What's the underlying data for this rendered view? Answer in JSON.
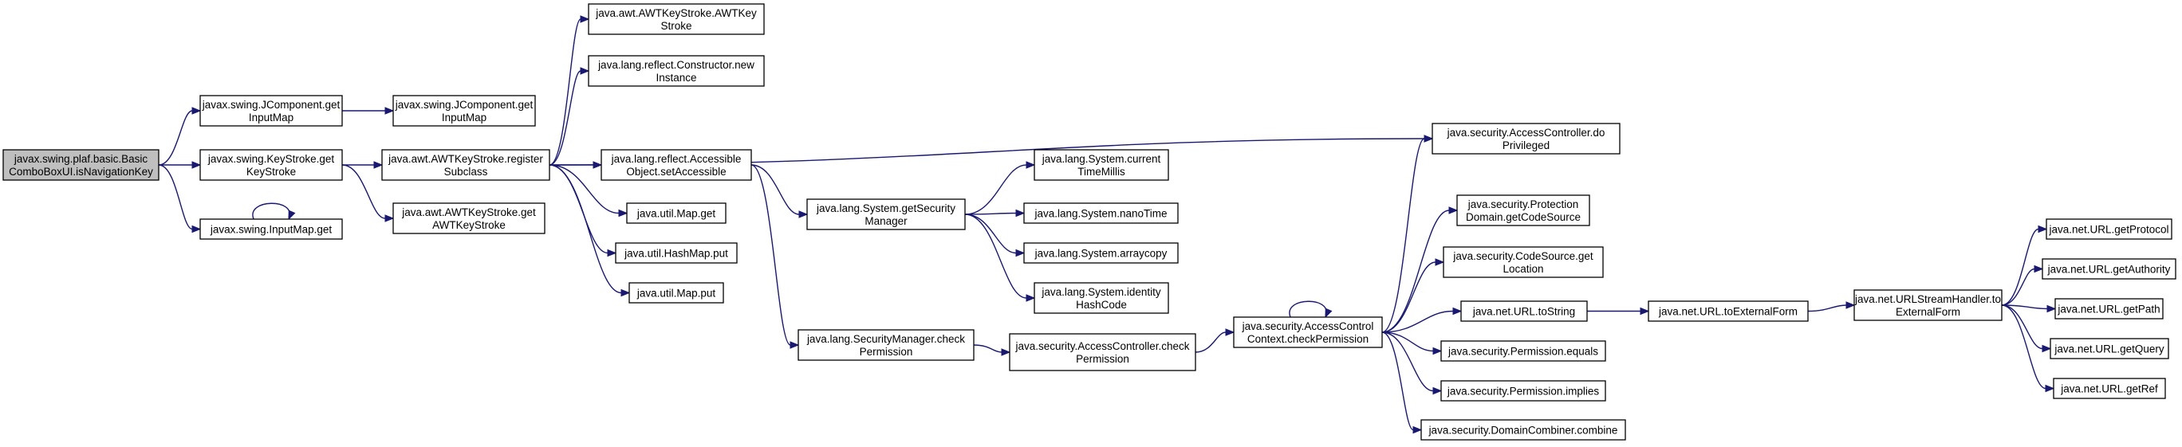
{
  "colors": {
    "edge": "#191970",
    "root_fill": "#bfbfbf",
    "node_fill": "#ffffff",
    "border": "#000000"
  },
  "nodes": {
    "n0": {
      "lines": [
        "javax.swing.plaf.basic.Basic",
        "ComboBoxUI.isNavigationKey"
      ],
      "root": true
    },
    "n1": {
      "lines": [
        "javax.swing.JComponent.get",
        "InputMap"
      ]
    },
    "n2": {
      "lines": [
        "javax.swing.KeyStroke.get",
        "KeyStroke"
      ]
    },
    "n3": {
      "lines": [
        "javax.swing.InputMap.get"
      ]
    },
    "n4": {
      "lines": [
        "javax.swing.JComponent.get",
        "InputMap"
      ]
    },
    "n5": {
      "lines": [
        "java.awt.AWTKeyStroke.register",
        "Subclass"
      ]
    },
    "n6": {
      "lines": [
        "java.awt.AWTKeyStroke.get",
        "AWTKeyStroke"
      ]
    },
    "n7": {
      "lines": [
        "java.awt.AWTKeyStroke.AWTKey",
        "Stroke"
      ]
    },
    "n8": {
      "lines": [
        "java.lang.reflect.Constructor.new",
        "Instance"
      ]
    },
    "n9": {
      "lines": [
        "java.lang.reflect.Accessible",
        "Object.setAccessible"
      ]
    },
    "n10": {
      "lines": [
        "java.util.Map.get"
      ]
    },
    "n11": {
      "lines": [
        "java.util.HashMap.put"
      ]
    },
    "n12": {
      "lines": [
        "java.util.Map.put"
      ]
    },
    "n13": {
      "lines": [
        "java.security.AccessController.do",
        "Privileged"
      ]
    },
    "n14": {
      "lines": [
        "java.lang.System.getSecurity",
        "Manager"
      ]
    },
    "n15": {
      "lines": [
        "java.lang.SecurityManager.check",
        "Permission"
      ]
    },
    "n16": {
      "lines": [
        "java.lang.System.current",
        "TimeMillis"
      ]
    },
    "n17": {
      "lines": [
        "java.lang.System.nanoTime"
      ]
    },
    "n18": {
      "lines": [
        "java.lang.System.arraycopy"
      ]
    },
    "n19": {
      "lines": [
        "java.lang.System.identity",
        "HashCode"
      ]
    },
    "n20": {
      "lines": [
        "java.security.AccessController.check",
        "Permission"
      ]
    },
    "n21": {
      "lines": [
        "java.security.AccessControl",
        "Context.checkPermission"
      ]
    },
    "n22": {
      "lines": [
        "java.security.Protection",
        "Domain.getCodeSource"
      ]
    },
    "n23": {
      "lines": [
        "java.security.CodeSource.get",
        "Location"
      ]
    },
    "n24": {
      "lines": [
        "java.net.URL.toString"
      ]
    },
    "n25": {
      "lines": [
        "java.security.Permission.equals"
      ]
    },
    "n26": {
      "lines": [
        "java.security.Permission.implies"
      ]
    },
    "n27": {
      "lines": [
        "java.security.DomainCombiner.combine"
      ]
    },
    "n28": {
      "lines": [
        "java.net.URL.toExternalForm"
      ]
    },
    "n29": {
      "lines": [
        "java.net.URLStreamHandler.to",
        "ExternalForm"
      ]
    },
    "n30": {
      "lines": [
        "java.net.URL.getProtocol"
      ]
    },
    "n31": {
      "lines": [
        "java.net.URL.getAuthority"
      ]
    },
    "n32": {
      "lines": [
        "java.net.URL.getPath"
      ]
    },
    "n33": {
      "lines": [
        "java.net.URL.getQuery"
      ]
    },
    "n34": {
      "lines": [
        "java.net.URL.getRef"
      ]
    }
  },
  "edges": [
    [
      "n0",
      "n1"
    ],
    [
      "n0",
      "n2"
    ],
    [
      "n0",
      "n3"
    ],
    [
      "n3",
      "n3"
    ],
    [
      "n1",
      "n4"
    ],
    [
      "n2",
      "n5"
    ],
    [
      "n2",
      "n6"
    ],
    [
      "n5",
      "n7"
    ],
    [
      "n5",
      "n8"
    ],
    [
      "n5",
      "n13"
    ],
    [
      "n5",
      "n9"
    ],
    [
      "n5",
      "n10"
    ],
    [
      "n5",
      "n11"
    ],
    [
      "n5",
      "n12"
    ],
    [
      "n9",
      "n14"
    ],
    [
      "n9",
      "n15"
    ],
    [
      "n14",
      "n16"
    ],
    [
      "n14",
      "n17"
    ],
    [
      "n14",
      "n18"
    ],
    [
      "n14",
      "n19"
    ],
    [
      "n15",
      "n20"
    ],
    [
      "n20",
      "n21"
    ],
    [
      "n21",
      "n13"
    ],
    [
      "n21",
      "n21"
    ],
    [
      "n21",
      "n22"
    ],
    [
      "n21",
      "n23"
    ],
    [
      "n21",
      "n24"
    ],
    [
      "n21",
      "n25"
    ],
    [
      "n21",
      "n26"
    ],
    [
      "n21",
      "n27"
    ],
    [
      "n24",
      "n28"
    ],
    [
      "n28",
      "n29"
    ],
    [
      "n29",
      "n30"
    ],
    [
      "n29",
      "n31"
    ],
    [
      "n29",
      "n32"
    ],
    [
      "n29",
      "n33"
    ],
    [
      "n29",
      "n34"
    ]
  ]
}
